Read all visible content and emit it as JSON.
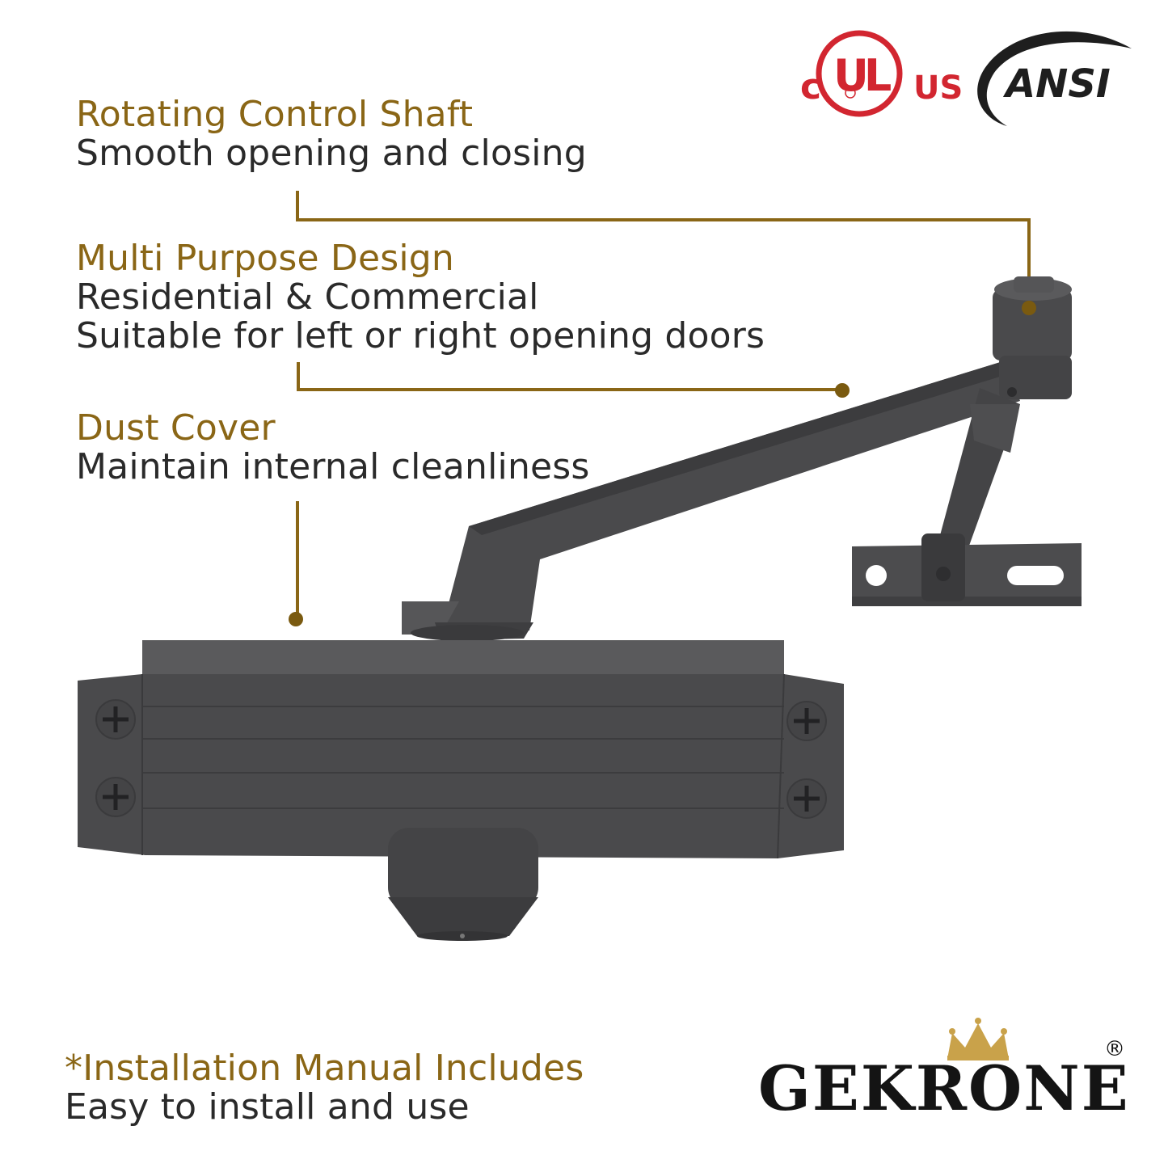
{
  "features": [
    {
      "title": "Rotating Control Shaft",
      "description": [
        "Smooth opening and closing"
      ]
    },
    {
      "title": "Multi Purpose Design",
      "description": [
        "Residential & Commercial",
        "Suitable for left or right opening doors"
      ]
    },
    {
      "title": "Dust Cover",
      "description": [
        "Maintain internal cleanliness"
      ]
    }
  ],
  "install": {
    "title": "*Installation Manual Includes",
    "description": "Easy to install and use"
  },
  "certifications": {
    "ul": {
      "prefix": "c",
      "mark": "UL",
      "suffix": "US"
    },
    "ansi": "ANSI"
  },
  "brand": {
    "name": "GEKRONE",
    "registered": "®"
  },
  "colors": {
    "accent_gold": "#8a6616",
    "leader_line": "#8a6616",
    "text_dark": "#2a2a2a",
    "ul_red": "#d22630",
    "product_gray": "#4a4a4c",
    "crown_gold": "#c9a24a"
  },
  "icons": [
    "ul-certification-icon",
    "ansi-certification-icon",
    "crown-icon",
    "door-closer-image"
  ]
}
